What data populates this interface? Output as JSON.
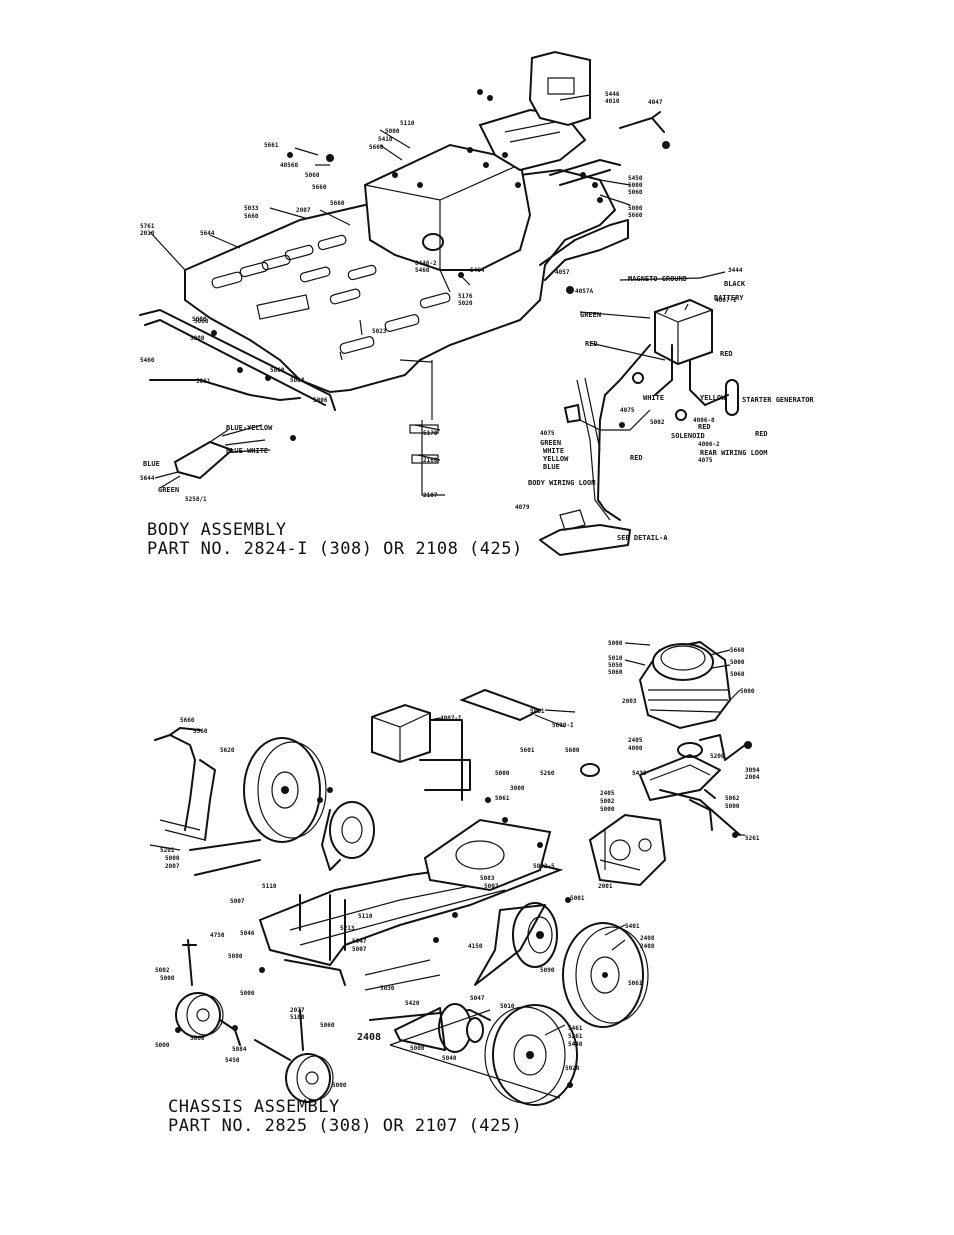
{
  "body_assembly": {
    "title": "BODY ASSEMBLY",
    "part_number": "PART NO. 2824-I (308) OR 2108 (425)",
    "wire_labels": {
      "magneto_ground": "MAGNETO GROUND",
      "black": "BLACK",
      "battery": "BATTERY",
      "green": "GREEN",
      "red": "RED",
      "white": "WHITE",
      "yellow": "YELLOW",
      "blue": "BLUE",
      "solenoid": "SOLENOID",
      "starter_generator": "STARTER GENERATOR",
      "body wiring loom": "BODY WIRING LOOM",
      "rear wiring loom": "REAR WIRING LOOM",
      "see_detail": "SEE DETAIL-A"
    },
    "switch_labels": {
      "blue_yellow": "BLUE-YELLOW",
      "blue_white": "BLUE-WHITE"
    }
  },
  "chassis_assembly": {
    "title": "CHASSIS ASSEMBLY",
    "part_number": "PART NO. 2825 (308) OR 2107 (425)",
    "callout_2408": "2408"
  }
}
